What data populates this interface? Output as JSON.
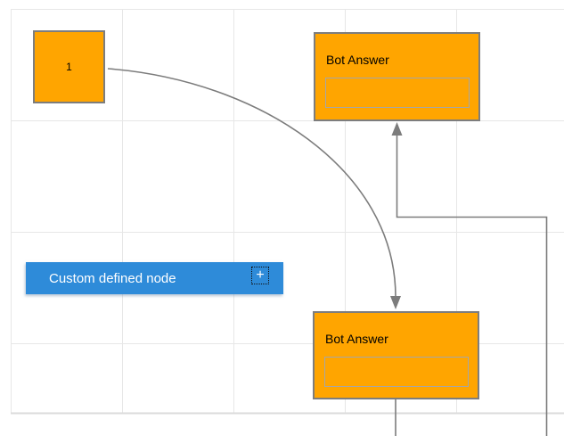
{
  "diagram": {
    "nodes": {
      "start_node": {
        "label": "1"
      },
      "bot_answer_top": {
        "title": "Bot Answer"
      },
      "bot_answer_bottom": {
        "title": "Bot Answer"
      },
      "custom_node": {
        "label": "Custom defined node",
        "plus_icon_glyph": "+"
      }
    },
    "connectors": [
      {
        "id": "curved-connector",
        "type": "bezier",
        "arrow": "down",
        "from": "start_node",
        "to": "bot_answer_bottom"
      },
      {
        "id": "orthogonal-connector",
        "type": "orthogonal",
        "arrow": "up",
        "from": "bot_answer_bottom",
        "to": "bot_answer_top"
      }
    ]
  },
  "colors": {
    "node_fill": "#FFA500",
    "node_border": "#7D7D7D",
    "inner_box_border": "#A6A6A6",
    "custom_blue": "#2E8BD9",
    "connector": "#7C7C7C",
    "grid_line": "#E7E7E7",
    "grid_edge": "#DBDBDB",
    "canvas_bg": "#FFFFFF",
    "node_text": "#000000",
    "custom_text": "#FFFFFF"
  }
}
